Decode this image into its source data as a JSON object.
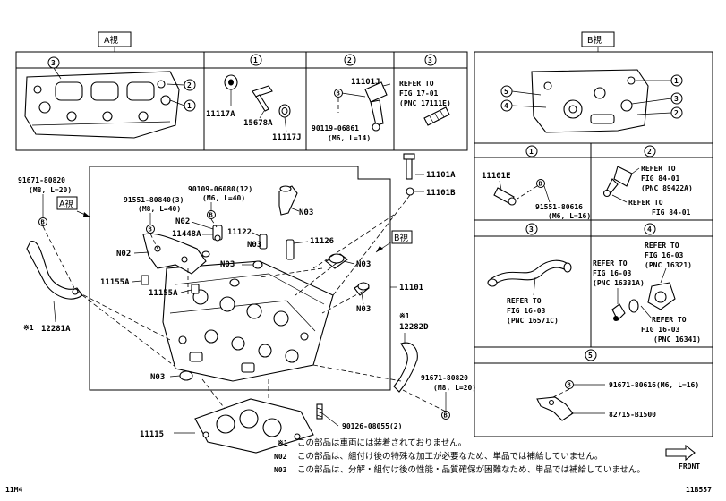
{
  "view_labels": {
    "a": "A視",
    "b": "B視",
    "a_ref": "A視",
    "b_ref": "B視"
  },
  "circle_nums": [
    "1",
    "2",
    "3",
    "4",
    "5"
  ],
  "b_marker": "B",
  "a_panels": {
    "p1": [
      "11117A",
      "15678A",
      "11117J"
    ],
    "p2": [
      "11101J",
      "90119-06861",
      "(M6, L=14)"
    ],
    "p3": [
      "REFER TO",
      "FIG 17-01",
      "(PNC 17111E)"
    ]
  },
  "b_panels": {
    "p1": [
      "11101E",
      "91551-80616",
      "(M6, L=16)"
    ],
    "p2": [
      "REFER TO",
      "FIG 84-01",
      "(PNC 89422A)",
      "REFER TO",
      "FIG 84-01"
    ],
    "p3": [
      "REFER TO",
      "FIG 16-03",
      "(PNC 16571C)"
    ],
    "p4": [
      "REFER TO",
      "FIG 16-03",
      "(PNC 16321)",
      "REFER TO",
      "FIG 16-03",
      "(PNC 16331A)",
      "REFER TO",
      "FIG 16-03",
      "(PNC 16341)"
    ],
    "p5": [
      "91671-80616(M6, L=16)",
      "82715-B1500"
    ]
  },
  "main_labels": {
    "bolt_left": [
      "91671-80820",
      "(M8, L=20)"
    ],
    "bolt_a": [
      "91551-80840(3)",
      "(M8, L=40)"
    ],
    "bolt_b": [
      "90109-06080(12)",
      "(M6, L=40)"
    ],
    "n02_a": "N02",
    "n02_b": "N02",
    "p11448a": "11448A",
    "p11122": "11122",
    "n03": "N03",
    "p11126": "11126",
    "p11101a": "11101A",
    "p11101b": "11101B",
    "p11101": "11101",
    "p11155a": "11155A",
    "p12281a": "12281A",
    "p12282d": "12282D",
    "note_mark": "※1",
    "bolt_right": [
      "91671-80820",
      "(M8, L=20)"
    ],
    "stud": "90126-08055(2)",
    "gasket": "11115"
  },
  "notes": {
    "n1_mark": "※1",
    "n1": "この部品は車両には装着されておりません。",
    "n2_mark": "N02",
    "n2": "この部品は、組付け後の特殊な加工が必要なため、単品では補給していません。",
    "n3_mark": "N03",
    "n3": "この部品は、分解・組付け後の性能・品質確保が困難なため、単品では補給していません。"
  },
  "front_label": "FRONT",
  "footer": {
    "left": "11M4",
    "right": "11B557"
  }
}
